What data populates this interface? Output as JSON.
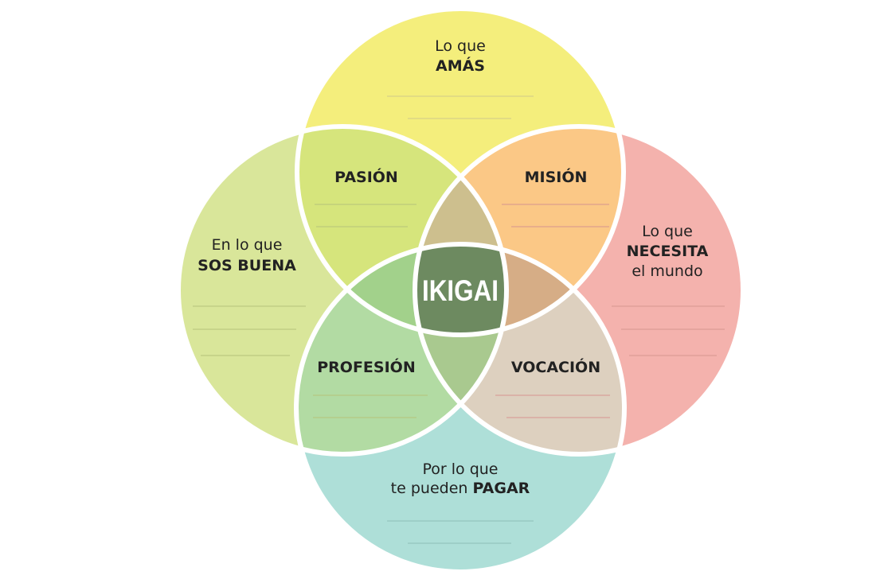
{
  "circles": {
    "top": {
      "line1": "Lo que",
      "bold": "AMÁS",
      "color": "#f4ee7c",
      "rule_color": "#cfc98a"
    },
    "left": {
      "line1": "En lo que",
      "bold": "SOS BUENA",
      "color": "#d9e69a",
      "rule_color": "#b5c37a"
    },
    "right": {
      "line1": "Lo que",
      "bold": "NECESITA",
      "line3": "el mundo",
      "color": "#f4b2ad",
      "rule_color": "#d69590"
    },
    "bottom": {
      "line1": "Por lo que",
      "line2": "te pueden ",
      "bold": "PAGAR",
      "color": "#aedfd8",
      "rule_color": "#8fbfb8"
    }
  },
  "intersections": {
    "pasion": {
      "label": "PASIÓN",
      "color": "#d6e57c"
    },
    "mision": {
      "label": "MISIÓN",
      "color": "#fbc886"
    },
    "profesion": {
      "label": "PROFESIÓN",
      "color": "#b2dba3"
    },
    "vocacion": {
      "label": "VOCACIÓN",
      "color": "#ddd0bf"
    },
    "top_left_right": {
      "color": "#cdbf8e"
    },
    "top_left_bottom": {
      "color": "#a2d18b"
    },
    "top_right_bottom": {
      "color": "#d6ad86"
    },
    "left_right_bottom": {
      "color": "#a9c98f"
    },
    "center": {
      "label": "IKIGAI",
      "color": "#6d8a60"
    }
  }
}
